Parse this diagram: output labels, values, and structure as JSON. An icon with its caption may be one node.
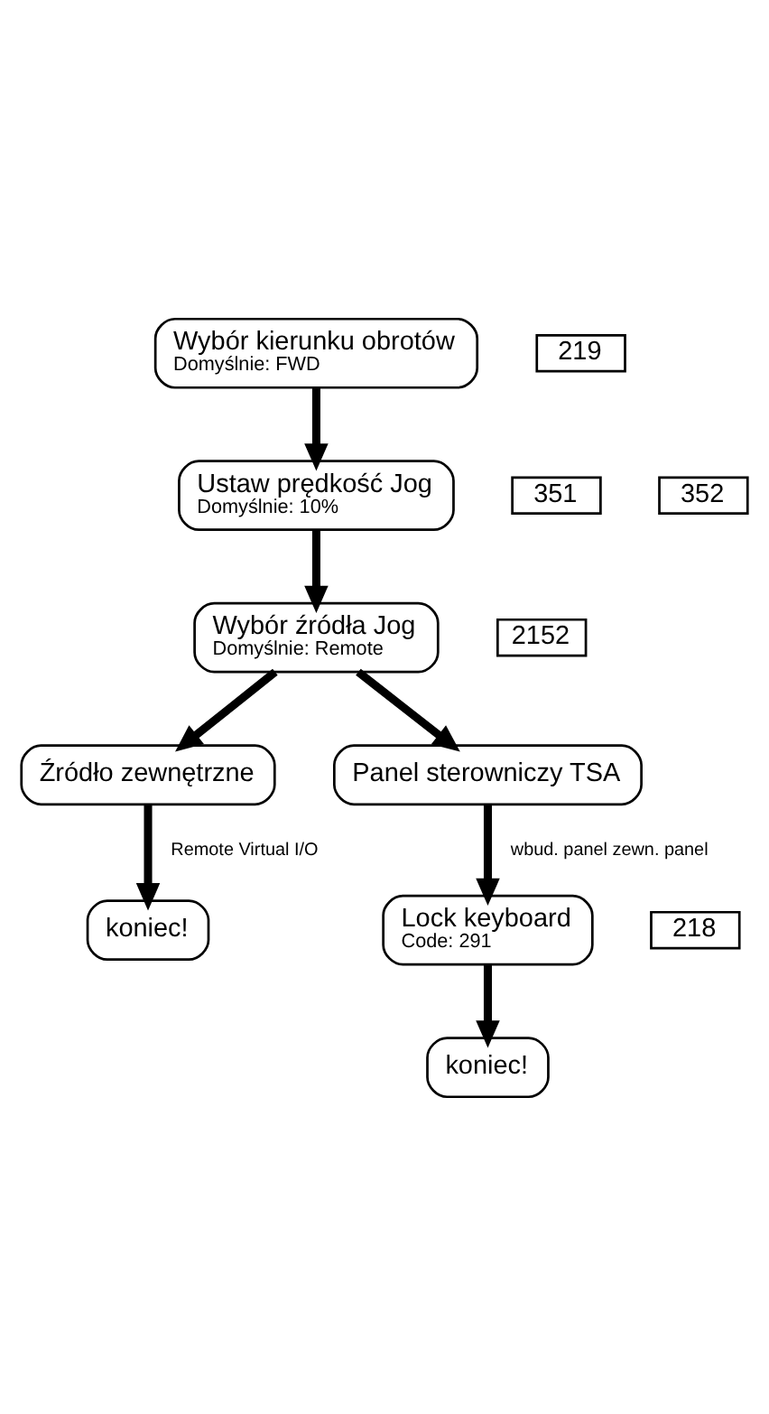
{
  "diagram": {
    "nodes": [
      {
        "text": [
          "Wybór kierunku obrotów",
          "Domyślnie: FWD"
        ]
      },
      {
        "text": [
          "219"
        ]
      },
      {
        "text": [
          "Ustaw prędkość Jog",
          "Domyślnie: 10%"
        ]
      },
      {
        "text": [
          "351"
        ]
      },
      {
        "text": [
          "352"
        ]
      },
      {
        "text": [
          "Wybór źródła Jog",
          "Domyślnie: Remote"
        ]
      },
      {
        "text": [
          "2152"
        ]
      },
      {
        "text": [
          "Źródło zewnętrzne"
        ]
      },
      {
        "text": [
          "Panel sterowniczy TSA"
        ]
      },
      {
        "text": [
          "koniec!"
        ]
      },
      {
        "text": [
          "Lock keyboard",
          "Code: 291"
        ]
      },
      {
        "text": [
          "218"
        ]
      },
      {
        "text": [
          "koniec!"
        ]
      }
    ],
    "edges": [
      {
        "from": 0,
        "to": 2,
        "arrow": "to"
      },
      {
        "from": 2,
        "to": 5,
        "arrow": "to"
      },
      {
        "from": 5,
        "to": 7,
        "arrow": "to"
      },
      {
        "from": 5,
        "to": 8,
        "arrow": "to"
      },
      {
        "from": 7,
        "to": 9,
        "arrow": "to",
        "label": "Remote Virtual I/O"
      },
      {
        "from": 8,
        "to": 10,
        "arrow": "to",
        "label": "wbud. panel zewn. panel"
      },
      {
        "from": 10,
        "to": 12,
        "arrow": "to"
      }
    ]
  }
}
